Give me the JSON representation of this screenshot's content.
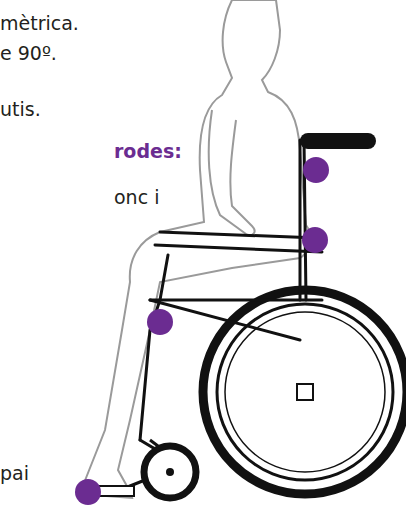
{
  "diagram": {
    "labels": [
      "mètrica.",
      "e 90º.",
      "utis.",
      "rodes:",
      "onc i",
      "pai"
    ]
  }
}
